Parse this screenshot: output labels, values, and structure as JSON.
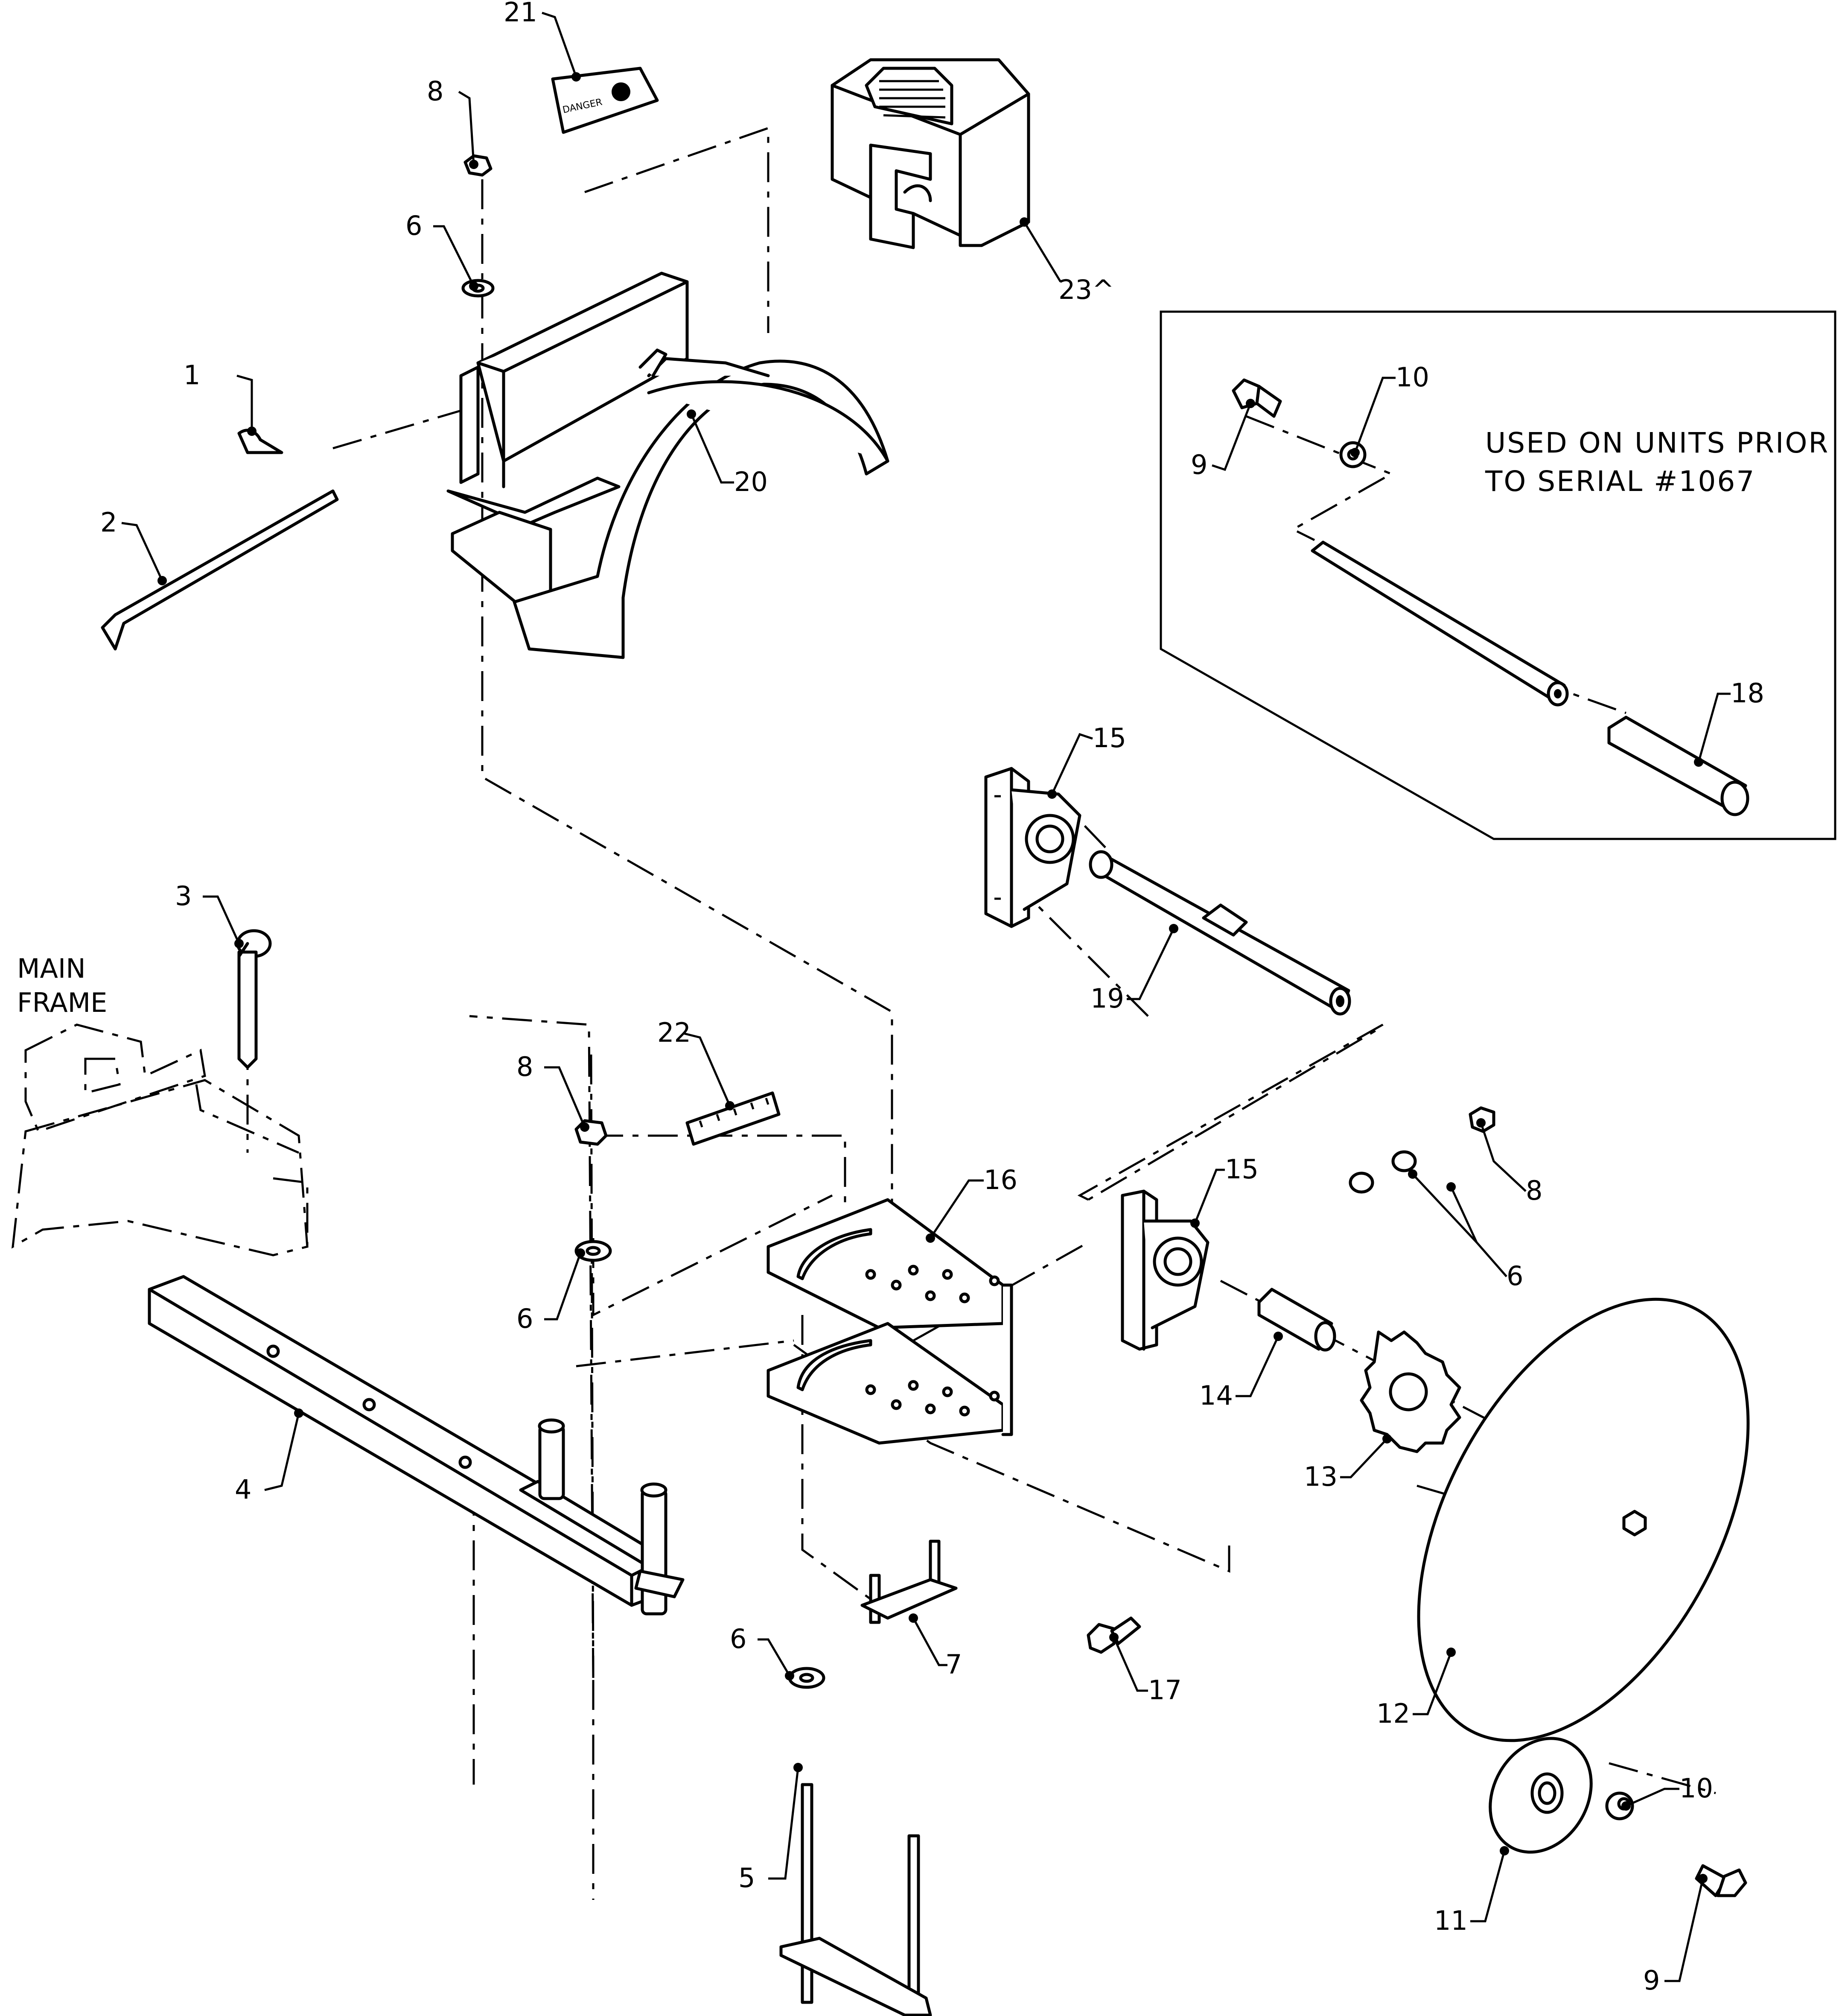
{
  "diagram": {
    "callouts": {
      "c1": "1",
      "c2": "2",
      "c3": "3",
      "c4": "4",
      "c5": "5",
      "c6a": "6",
      "c6b": "6",
      "c6c": "6",
      "c6d": "6",
      "c7": "7",
      "c8a": "8",
      "c8b": "8",
      "c8c": "8",
      "c9a": "9",
      "c9b": "9",
      "c10a": "10",
      "c10b": "10",
      "c11": "11",
      "c12": "12",
      "c13": "13",
      "c14": "14",
      "c15a": "15",
      "c15b": "15",
      "c16": "16",
      "c17": "17",
      "c18": "18",
      "c19": "19",
      "c20": "20",
      "c21": "21",
      "c22": "22",
      "c23": "23^"
    },
    "inset_note": {
      "line1": "USED ON UNITS PRIOR",
      "line2": "TO SERIAL #1067"
    },
    "main_frame_label": {
      "line1": "MAIN",
      "line2": "FRAME"
    },
    "decal_text": "DANGER"
  }
}
